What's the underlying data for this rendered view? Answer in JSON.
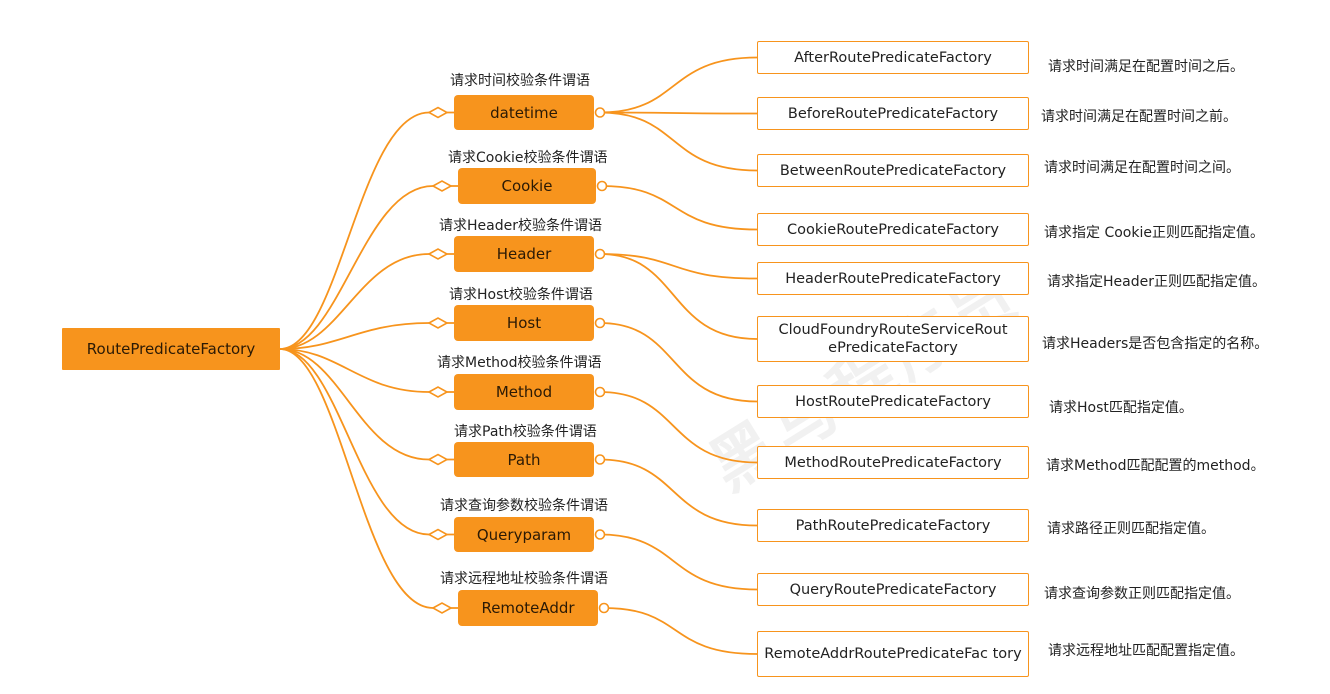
{
  "colors": {
    "accent": "#f7941d",
    "line": "#f7941d",
    "text": "#222222"
  },
  "root": {
    "label": "RoutePredicateFactory"
  },
  "watermark": {
    "text": "黑马程序员"
  },
  "groups": [
    {
      "label": "datetime",
      "caption": "请求时间校验条件谓语",
      "children": [
        0,
        1,
        2
      ]
    },
    {
      "label": "Cookie",
      "caption": "请求Cookie校验条件谓语",
      "children": [
        3
      ]
    },
    {
      "label": "Header",
      "caption": "请求Header校验条件谓语",
      "children": [
        4,
        5
      ]
    },
    {
      "label": "Host",
      "caption": "请求Host校验条件谓语",
      "children": [
        6
      ]
    },
    {
      "label": "Method",
      "caption": "请求Method校验条件谓语",
      "children": [
        7
      ]
    },
    {
      "label": "Path",
      "caption": "请求Path校验条件谓语",
      "children": [
        8
      ]
    },
    {
      "label": "Queryparam",
      "caption": "请求查询参数校验条件谓语",
      "children": [
        9
      ]
    },
    {
      "label": "RemoteAddr",
      "caption": "请求远程地址校验条件谓语",
      "children": [
        10
      ]
    }
  ],
  "leaves": [
    {
      "label": "AfterRoutePredicateFactory",
      "desc": "请求时间满足在配置时间之后。"
    },
    {
      "label": "BeforeRoutePredicateFactory",
      "desc": "请求时间满足在配置时间之前。"
    },
    {
      "label": "BetweenRoutePredicateFactory",
      "desc": "请求时间满足在配置时间之间。"
    },
    {
      "label": "CookieRoutePredicateFactory",
      "desc": "请求指定 Cookie正则匹配指定值。"
    },
    {
      "label": "HeaderRoutePredicateFactory",
      "desc": "请求指定Header正则匹配指定值。"
    },
    {
      "label": "CloudFoundryRouteServiceRout ePredicateFactory",
      "desc": "请求Headers是否包含指定的名称。"
    },
    {
      "label": "HostRoutePredicateFactory",
      "desc": "请求Host匹配指定值。"
    },
    {
      "label": "MethodRoutePredicateFactory",
      "desc": "请求Method匹配配置的method。"
    },
    {
      "label": "PathRoutePredicateFactory",
      "desc": "请求路径正则匹配指定值。"
    },
    {
      "label": "QueryRoutePredicateFactory",
      "desc": "请求查询参数正则匹配指定值。"
    },
    {
      "label": "RemoteAddrRoutePredicateFac tory",
      "desc": "请求远程地址匹配配置指定值。"
    }
  ]
}
